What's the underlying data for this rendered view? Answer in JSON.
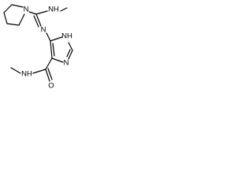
{
  "molecule": {
    "atoms": {
      "pyrrolidine_n": "N",
      "amidine_nh_top": "NH",
      "imine_n": "N",
      "ring_nh": "NH",
      "ring_n": "N",
      "amide_o": "O",
      "amide_nh": "NH"
    },
    "colors": {
      "bond": "#000000",
      "label": "#000000",
      "background": "#ffffff"
    }
  }
}
